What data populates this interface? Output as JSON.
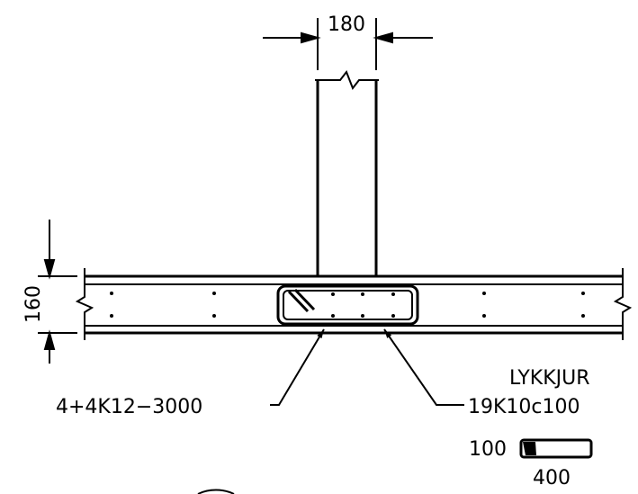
{
  "dimensions": {
    "wall_width": "180",
    "slab_thickness": "160"
  },
  "callouts": {
    "longitudinal_bars": "4+4K12−3000",
    "stirrups": "19K10c100",
    "stirrup_label": "LYKKJUR"
  },
  "stirrup_legend": {
    "height": "100",
    "width": "400"
  },
  "colors": {
    "line": "#000000",
    "background": "#ffffff"
  }
}
